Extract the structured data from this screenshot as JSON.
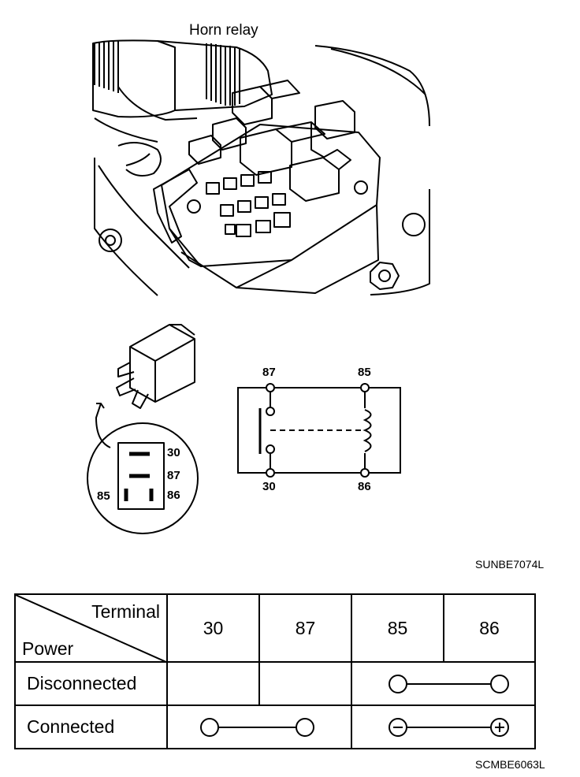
{
  "figure1": {
    "label": "Horn relay",
    "code": "SUNBE7074L",
    "pin_diagram": {
      "pins": [
        "30",
        "87",
        "85",
        "86"
      ]
    },
    "schematic": {
      "terminals": [
        "87",
        "85",
        "30",
        "86"
      ]
    }
  },
  "table": {
    "header_terminal": "Terminal",
    "header_power": "Power",
    "columns": [
      "30",
      "87",
      "85",
      "86"
    ],
    "rows": [
      {
        "label": "Disconnected",
        "connected_pairs": [
          [
            "85",
            "86"
          ]
        ],
        "polarity": false
      },
      {
        "label": "Connected",
        "connected_pairs": [
          [
            "30",
            "87"
          ],
          [
            "85",
            "86"
          ]
        ],
        "polarity": true,
        "minus": "85",
        "plus": "86"
      }
    ],
    "code": "SCMBE6063L"
  }
}
